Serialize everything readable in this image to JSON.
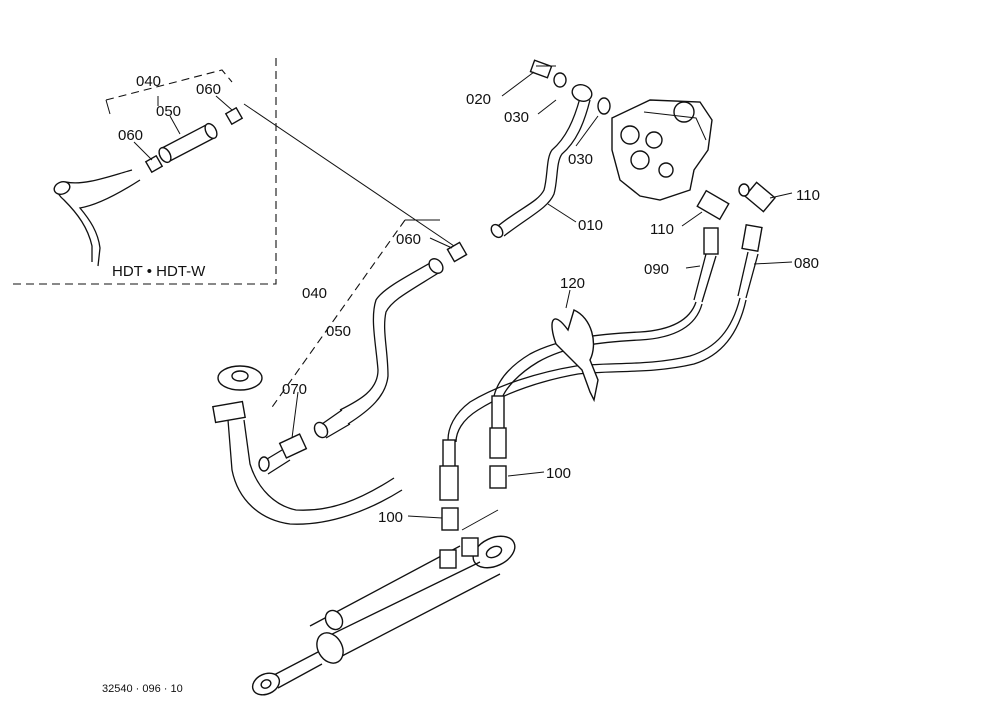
{
  "inset": {
    "caption": "HDT • HDT-W",
    "labels": {
      "a": "040",
      "b": "050",
      "c": "060",
      "d": "060"
    }
  },
  "callouts": {
    "p020": "020",
    "p030a": "030",
    "p030b": "030",
    "p010": "010",
    "p110a": "110",
    "p110b": "110",
    "p090": "090",
    "p080": "080",
    "p120": "120",
    "p060": "060",
    "p040": "040",
    "p050": "050",
    "p070": "070",
    "p100a": "100",
    "p100b": "100"
  },
  "drawing_number": "32540 · 096 · 10"
}
